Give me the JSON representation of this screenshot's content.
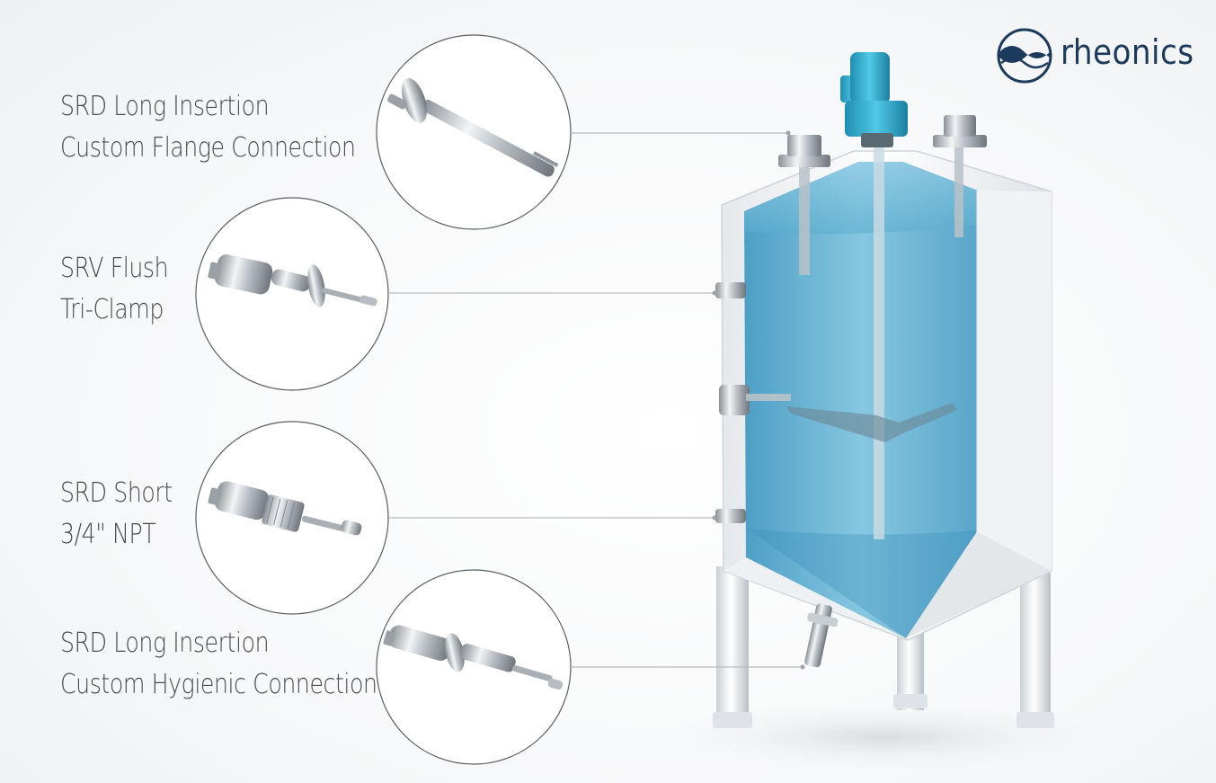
{
  "brand": {
    "name": "rheonics",
    "colors": {
      "primary": "#1b3a5c",
      "liquid": "#5aaed0",
      "motor": "#2fb3d6"
    }
  },
  "labels": [
    {
      "line1": "SRD Long Insertion",
      "line2": "Custom Flange Connection"
    },
    {
      "line1": "SRV Flush",
      "line2": "Tri-Clamp"
    },
    {
      "line1": "SRD Short",
      "line2": "3/4\" NPT"
    },
    {
      "line1": "SRD Long Insertion",
      "line2": "Custom Hygienic Connection"
    }
  ],
  "icons": [
    "rheonics-logo-icon",
    "flange-sensor-icon",
    "triclamp-sensor-icon",
    "npt-sensor-icon",
    "hygienic-sensor-icon",
    "tank-icon",
    "motor-icon"
  ]
}
